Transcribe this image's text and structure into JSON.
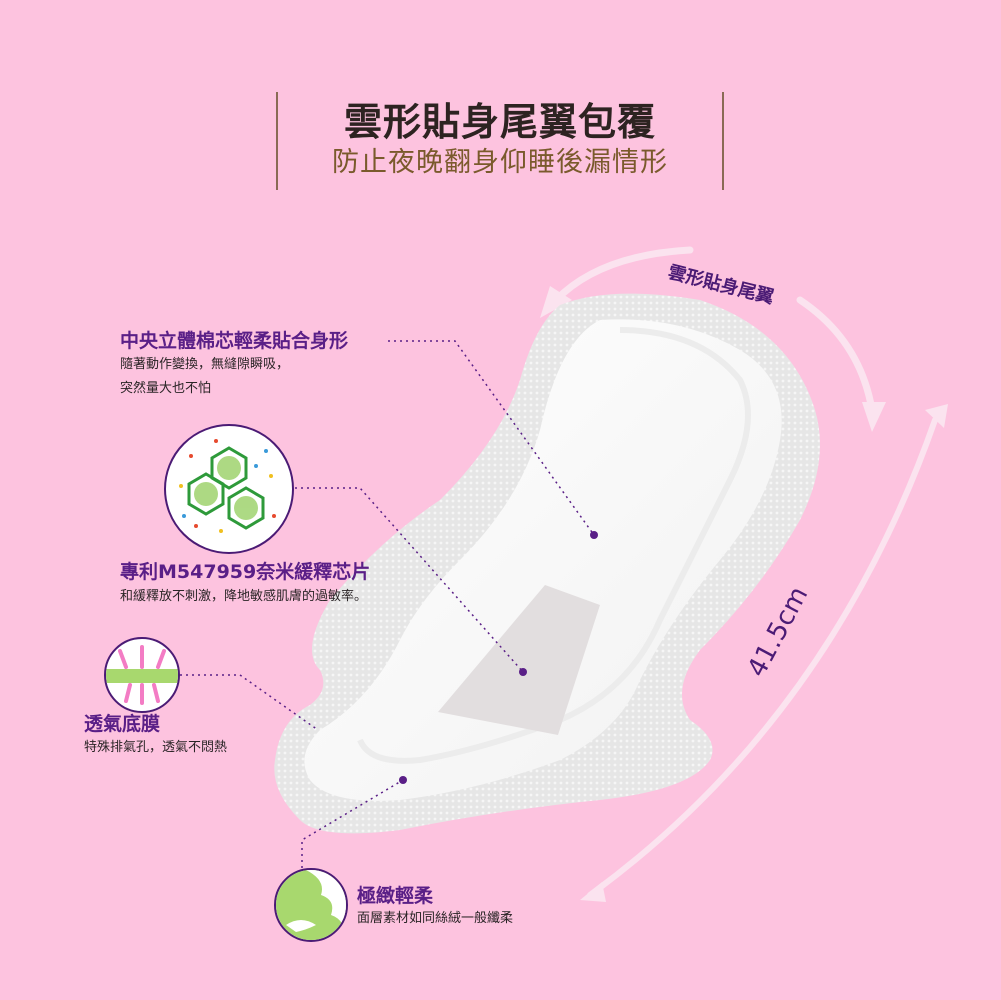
{
  "header": {
    "title": "雲形貼身尾翼包覆",
    "subtitle": "防止夜晚翻身仰睡後漏情形"
  },
  "product": {
    "wing_label": "雲形貼身尾翼",
    "length_label": "41.5cm"
  },
  "features": [
    {
      "title": "中央立體棉芯輕柔貼合身形",
      "desc_lines": [
        "隨著動作變換，無縫隙瞬吸，",
        "突然量大也不怕"
      ],
      "icon": "none"
    },
    {
      "title": "專利M547959奈米緩釋芯片",
      "desc_lines": [
        "和緩釋放不刺激，降地敏感肌膚的過敏率。"
      ],
      "icon": "nano-molecule-icon"
    },
    {
      "title": "透氣底膜",
      "desc_lines": [
        "特殊排氣孔，透氣不悶熱"
      ],
      "icon": "breathable-film-icon"
    },
    {
      "title": "極緻輕柔",
      "desc_lines": [
        "面層素材如同絲絨一般纖柔"
      ],
      "icon": "soft-cloud-icon"
    }
  ],
  "colors": {
    "background": "#fdc3df",
    "title": "#2d2321",
    "subtitle": "#7a5a2c",
    "accent_purple": "#5a1f87",
    "icon_green": "#8fcf5a"
  }
}
